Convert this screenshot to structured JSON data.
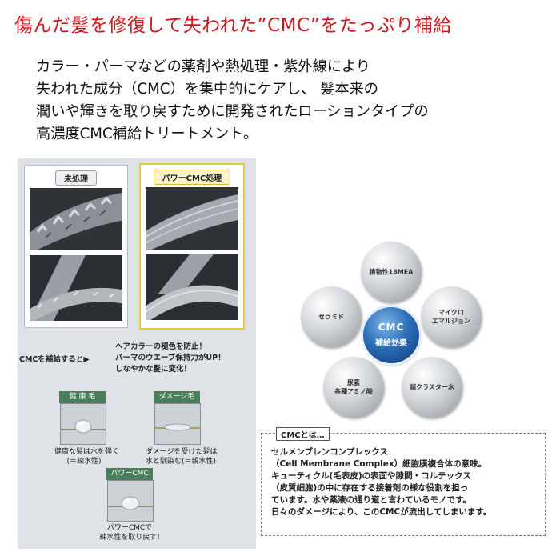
{
  "headline": "傷んだ髪を修復して失われた”CMC”をたっぷり補給",
  "intro_lines": [
    "カラー・パーマなどの薬剤や熱処理・紫外線により",
    "失われた成分（CMC）を集中的にケアし、 髪本来の",
    "潤いや輝きを取り戻すために開発されたローションタイプの",
    "高濃度CMC補給トリートメント。"
  ],
  "panel": {
    "untreated_label": "未処理",
    "treated_label": "パワーCMC処理",
    "cmc_supply_label": "CMCを補給すると▶",
    "benefits": [
      "ヘアカラーの褪色を防止！",
      "パーマのウエーブ保持力がUP！",
      "しなやかな髪に変化！"
    ],
    "healthy_label": "健 康 毛",
    "healthy_caption": [
      "健康な髪は水を弾く",
      "(＝疎水性)"
    ],
    "damaged_label": "ダメージ毛",
    "damaged_caption": [
      "ダメージを受けた髪は",
      "水と馴染む(＝親水性)"
    ],
    "power_label": "パワーCMC",
    "power_caption": [
      "パワーCMCで",
      "疎水性を取り戻す!"
    ]
  },
  "diagram": {
    "center_line1": "CMC",
    "center_line2": "補給効果",
    "petals": [
      "植物性18MEA",
      "マイクロ\nエマルジョン",
      "超クラスター水",
      "尿素\n各種アミノ酸",
      "セラミド"
    ]
  },
  "cmc_box": {
    "tag": "CMCとは…",
    "lines": [
      "セルメンブレンコンプレックス",
      "（Cell Membrane Complex）細胞膜複合体の意味。",
      "キューティクル(毛表皮)の表面や隙間・コルテックス",
      "（皮質細胞)の中に存在する接着剤の様な役割を担っ",
      "ています。水や薬液の通り道と言わているモノです。",
      "日々のダメージにより、このCMCが流出してしまいます。"
    ]
  },
  "colors": {
    "headline": "#d0161b",
    "center_sphere": "#2c6fb7",
    "droplet_label": "#4a7d5a",
    "power_border": "#e8c64a"
  }
}
